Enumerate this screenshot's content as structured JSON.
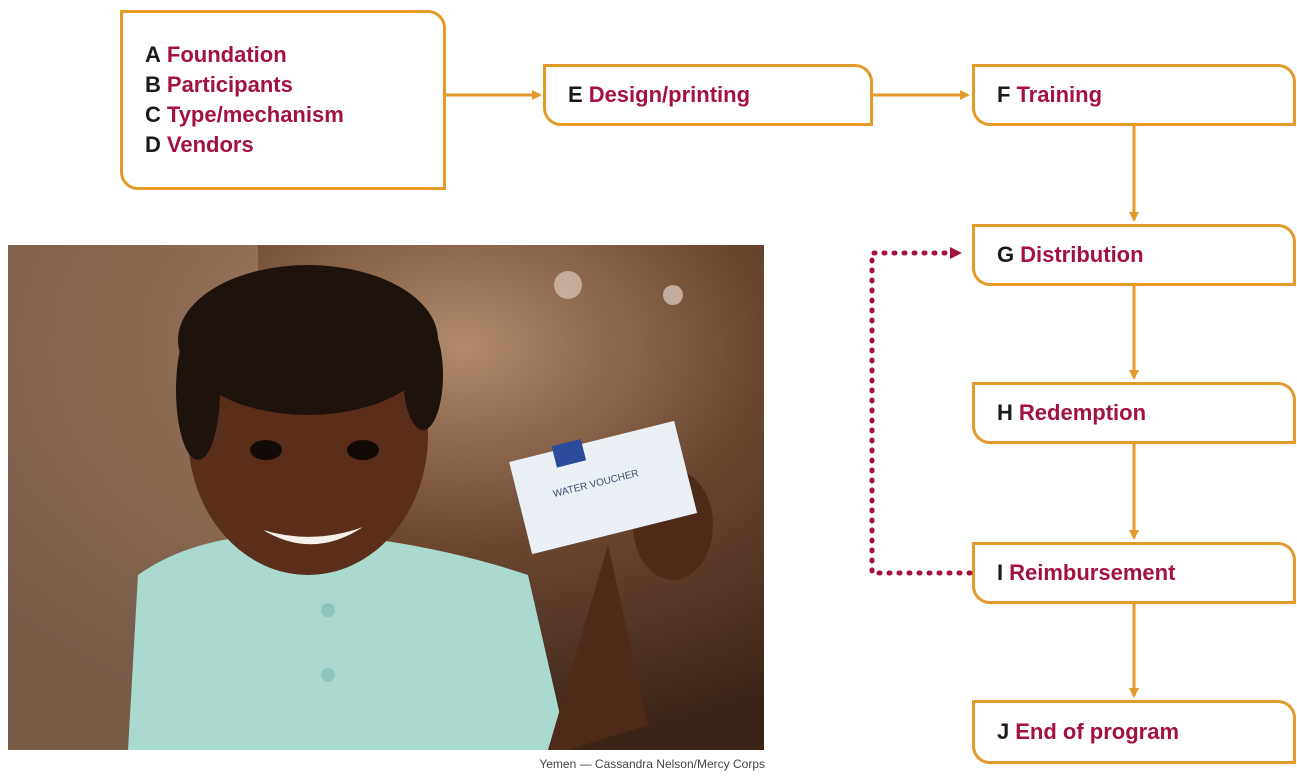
{
  "stages": {
    "a": {
      "key": "A",
      "label": "Foundation"
    },
    "b": {
      "key": "B",
      "label": "Participants"
    },
    "c": {
      "key": "C",
      "label": "Type/mechanism"
    },
    "d": {
      "key": "D",
      "label": "Vendors"
    },
    "e": {
      "key": "E",
      "label": "Design/printing"
    },
    "f": {
      "key": "F",
      "label": "Training"
    },
    "g": {
      "key": "G",
      "label": "Distribution"
    },
    "h": {
      "key": "H",
      "label": "Redemption"
    },
    "i": {
      "key": "I",
      "label": "Reimbursement"
    },
    "j": {
      "key": "J",
      "label": "End of program"
    }
  },
  "photo": {
    "caption": "Yemen — Cassandra Nelson/Mercy Corps",
    "alt": "Smiling girl holding a water voucher booklet"
  },
  "voucher": {
    "line1": "WATER VOUCHER"
  },
  "colors": {
    "box_border": "#e39a2a",
    "label": "#a3123f",
    "loop": "#a3123f"
  }
}
